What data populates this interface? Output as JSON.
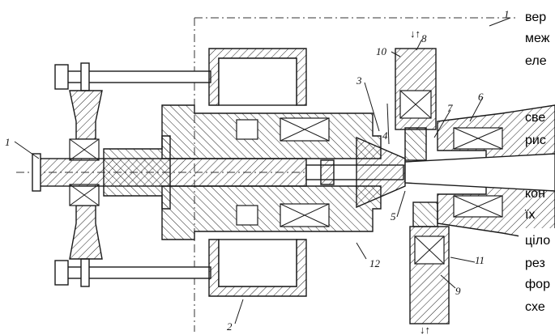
{
  "figure": {
    "part_labels": [
      "1",
      "1",
      "2",
      "3",
      "4",
      "5",
      "6",
      "7",
      "8",
      "9",
      "10",
      "11",
      "12"
    ],
    "side_text": [
      "вер",
      "меж",
      "еле",
      "све",
      "рис",
      "кон",
      "їх",
      "ціло",
      "рез",
      "фор",
      "схе"
    ],
    "arrow_marks": [
      "↓↑",
      "↓↑"
    ]
  },
  "colors": {
    "line": "#1a1a1a",
    "background": "#ffffff"
  }
}
